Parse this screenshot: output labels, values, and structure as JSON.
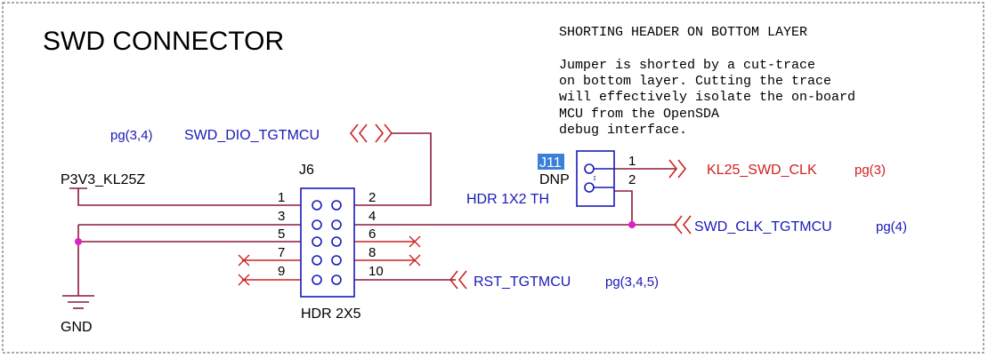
{
  "title": "SWD CONNECTOR",
  "note": {
    "heading": "SHORTING HEADER ON BOTTOM LAYER",
    "lines": [
      "Jumper is shorted by a cut-trace",
      "on bottom layer. Cutting the trace",
      "will effectively isolate the on-board",
      "MCU from the OpenSDA",
      "debug interface."
    ]
  },
  "power": {
    "net": "P3V3_KL25Z",
    "ground": "GND"
  },
  "j6": {
    "ref": "J6",
    "value": "HDR 2X5",
    "pins_left": [
      "1",
      "3",
      "5",
      "7",
      "9"
    ],
    "pins_right": [
      "2",
      "4",
      "6",
      "8",
      "10"
    ]
  },
  "j11": {
    "ref": "J11",
    "dnp": "DNP",
    "value": "HDR 1X2 TH",
    "pins": [
      "1",
      "2"
    ]
  },
  "nets": {
    "swd_dio": {
      "name": "SWD_DIO_TGTMCU",
      "page": "pg(3,4)"
    },
    "kl25_clk": {
      "name": "KL25_SWD_CLK",
      "page": "pg(3)"
    },
    "swd_clk": {
      "name": "SWD_CLK_TGTMCU",
      "page": "pg(4)"
    },
    "rst": {
      "name": "RST_TGTMCU",
      "page": "pg(3,4,5)"
    }
  },
  "colors": {
    "wire": "#8b1a3a",
    "net_label": "#1a1ab8",
    "red_label": "#d42020",
    "junction": "#e020c8",
    "pin_line": "#cc2222",
    "highlight": "#3a7fd8"
  }
}
